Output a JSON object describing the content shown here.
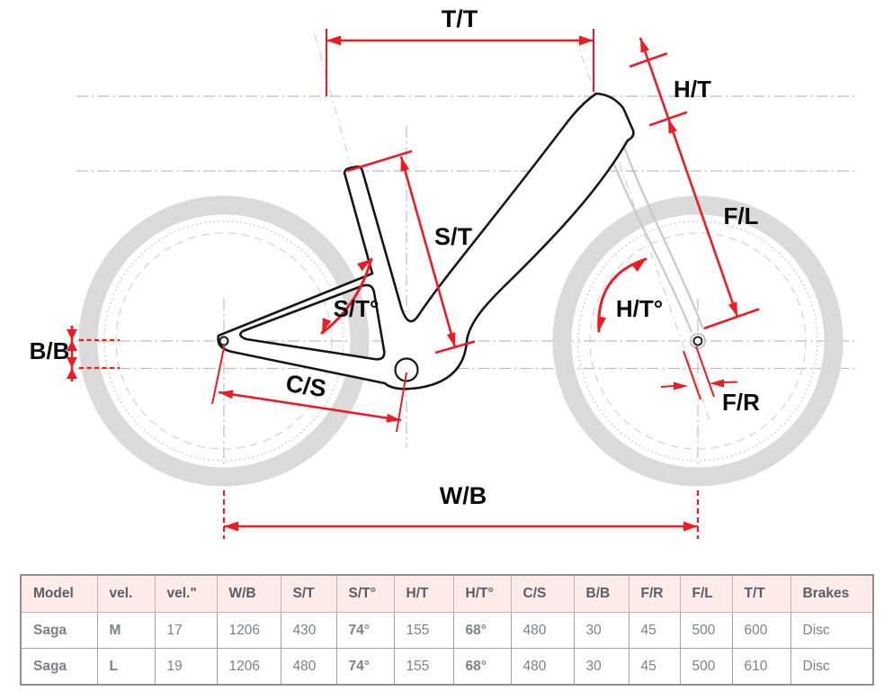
{
  "diagram": {
    "labels": {
      "top_tube": "T/T",
      "head_tube": "H/T",
      "seat_tube": "S/T",
      "seat_tube_angle": "S/T°",
      "head_tube_angle": "H/T°",
      "fork_length": "F/L",
      "fork_rake": "F/R",
      "bottom_bracket": "B/B",
      "chainstay": "C/S",
      "wheelbase": "W/B"
    }
  },
  "colors": {
    "dimension_red": "#ed1c24",
    "frame_black": "#161616",
    "wheel_gray": "#dadada",
    "guide_gray": "#bdbdbd",
    "label_black": "#0b0b0b",
    "header_bg": "#fcebe8",
    "header_text": "#585e66",
    "cell_gray": "#79828b",
    "cell_dark": "#4e555d",
    "cell_black": "#141414",
    "border_outer": "#8f8f8f",
    "border_inner": "#a3a3a3"
  },
  "table": {
    "headers": [
      "Model",
      "vel.",
      "vel.\"",
      "W/B",
      "S/T",
      "S/T°",
      "H/T",
      "H/T°",
      "C/S",
      "B/B",
      "F/R",
      "F/L",
      "T/T",
      "Brakes"
    ],
    "rows": [
      {
        "cells": [
          "Saga",
          "M",
          "17",
          "1206",
          "430",
          "74°",
          "155",
          "68°",
          "480",
          "30",
          "45",
          "500",
          "600",
          "Disc"
        ]
      },
      {
        "cells": [
          "Saga",
          "L",
          "19",
          "1206",
          "480",
          "74°",
          "155",
          "68°",
          "480",
          "30",
          "45",
          "500",
          "610",
          "Disc"
        ]
      }
    ]
  }
}
